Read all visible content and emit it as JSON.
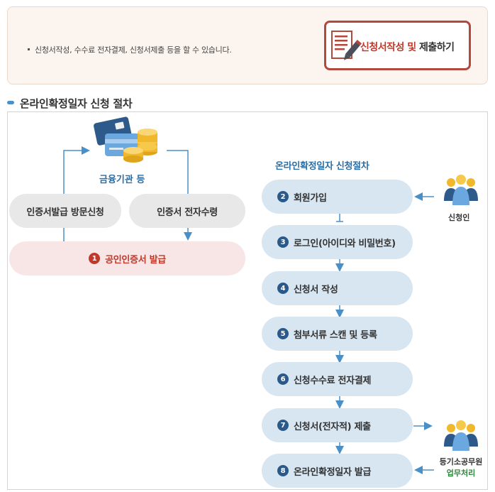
{
  "info": {
    "text": "신청서작성, 수수료 전자결제, 신청서제출 등을 할 수 있습니다.",
    "button_part1": "신청서작성 및 ",
    "button_part2": "제출하기"
  },
  "section": {
    "title": "온라인확정일자 신청 절차"
  },
  "left": {
    "bank_label": "금융기관 등",
    "visit_label": "인증서발급 방문신청",
    "receive_label": "인증서 전자수령",
    "cert_num": "1",
    "cert_label": "공인인증서 발급"
  },
  "flow": {
    "title": "온라인확정일자 신청절차",
    "steps": [
      {
        "num": "2",
        "label": "회원가입"
      },
      {
        "num": "3",
        "label": "로그인(아이디와 비밀번호)"
      },
      {
        "num": "4",
        "label": "신청서 작성"
      },
      {
        "num": "5",
        "label": "첨부서류 스캔 및 등록"
      },
      {
        "num": "6",
        "label": "신청수수료 전자결제"
      },
      {
        "num": "7",
        "label": "신청서(전자적) 제출"
      },
      {
        "num": "8",
        "label": "온라인확정일자 발급"
      }
    ]
  },
  "actors": {
    "applicant": "신청인",
    "official_line1": "등기소공무원",
    "official_line2": "업무처리"
  },
  "colors": {
    "accent_red": "#c0392b",
    "accent_blue": "#2d6ea3",
    "step_bg": "#d8e6f2",
    "step_num": "#2b5a8a"
  }
}
